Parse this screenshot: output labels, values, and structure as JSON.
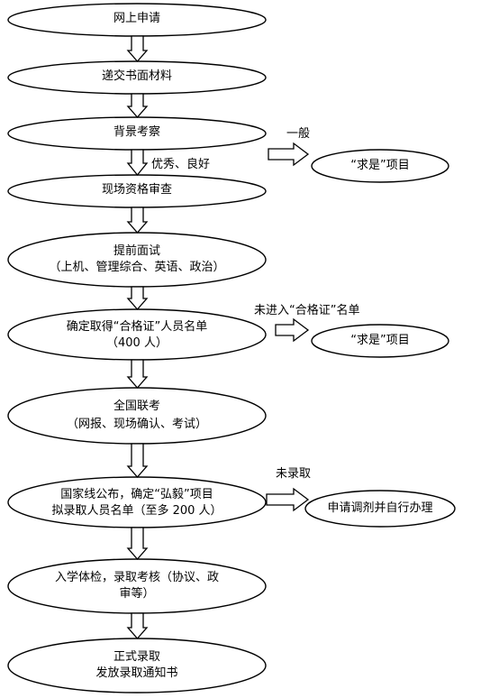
{
  "steps": {
    "s1": "网上申请",
    "s2": "递交书面材料",
    "s3": "背景考察",
    "s4": "现场资格审查",
    "s5_line1": "提前面试",
    "s5_line2": "（上机、管理综合、英语、政治）",
    "s6_line1": "确定取得“合格证”人员名单",
    "s6_line2": "（400 人）",
    "s7_line1": "全国联考",
    "s7_line2": "（网报、现场确认、考试）",
    "s8_line1": "国家线公布，确定“弘毅”项目",
    "s8_line2": "拟录取人员名单（至多 200 人）",
    "s9_line1": "入学体检，录取考核（协议、政",
    "s9_line2": "审等）",
    "s10_line1": "正式录取",
    "s10_line2": "发放录取通知书"
  },
  "branches": {
    "b1_condition": "一般",
    "b1_target": "“求是”项目",
    "b2_condition": "未进入“合格证”名单",
    "b2_target": "“求是”项目",
    "b3_condition": "未录取",
    "b3_target": "申请调剂并自行办理"
  },
  "edge_labels": {
    "excellent": "优秀、良好"
  }
}
